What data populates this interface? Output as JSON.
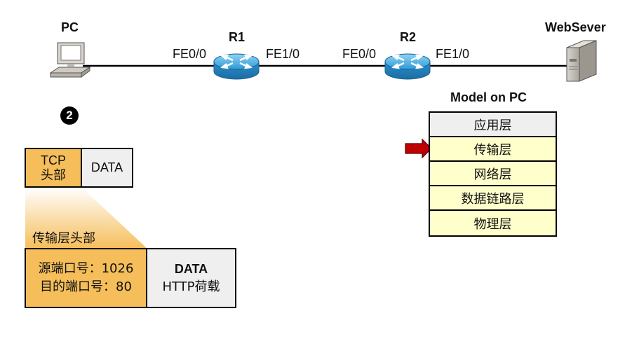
{
  "nodes": {
    "pc": "PC",
    "r1": "R1",
    "r2": "R2",
    "server": "WebSever"
  },
  "interfaces": {
    "r1_left": "FE0/0",
    "r1_right": "FE1/0",
    "r2_left": "FE0/0",
    "r2_right": "FE1/0"
  },
  "step_marker": "❷",
  "small_packet": {
    "header_line1": "TCP",
    "header_line2": "头部",
    "data": "DATA"
  },
  "header_caption": "传输层头部",
  "detail_packet": {
    "src_port": "源端口号：1026",
    "dst_port": "目的端口号：80",
    "data_title": "DATA",
    "data_sub": "HTTP荷载"
  },
  "model": {
    "title": "Model on PC",
    "layers": [
      "应用层",
      "传输层",
      "网络层",
      "数据链路层",
      "物理层"
    ],
    "highlight_index": 1
  },
  "colors": {
    "header_fill": "#F5BE5A",
    "data_fill": "#EFEFEF",
    "layer_fill": "#FFFFCC",
    "app_layer_fill": "#EFEFEF",
    "arrow": "#C00000",
    "router": "#3DA6DE"
  }
}
